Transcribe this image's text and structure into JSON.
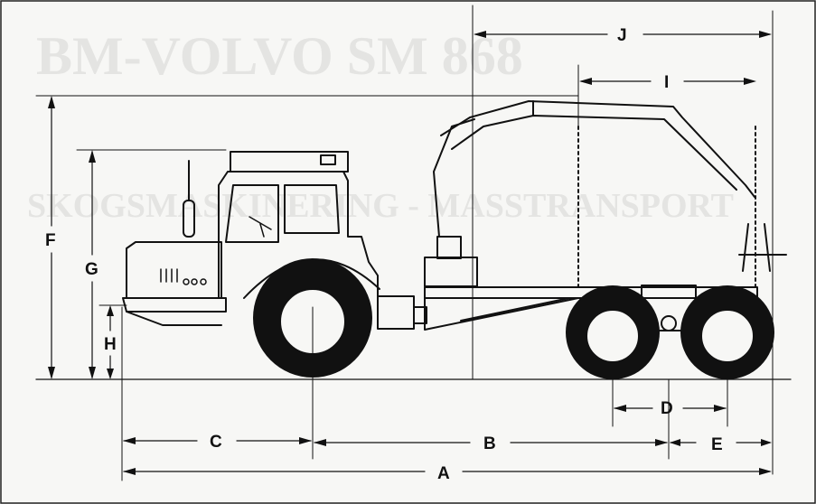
{
  "background_text": {
    "line1": "BM-VOLVO SM 868",
    "line2": "SKOGSMASKINERING - MASSTRANSPORT"
  },
  "dimension_labels": {
    "A": "A",
    "B": "B",
    "C": "C",
    "D": "D",
    "E": "E",
    "F": "F",
    "G": "G",
    "H": "H",
    "I": "I",
    "J": "J"
  },
  "colors": {
    "ink": "#111111",
    "paper": "#f7f7f5",
    "ghost": "#e4e4e2"
  }
}
